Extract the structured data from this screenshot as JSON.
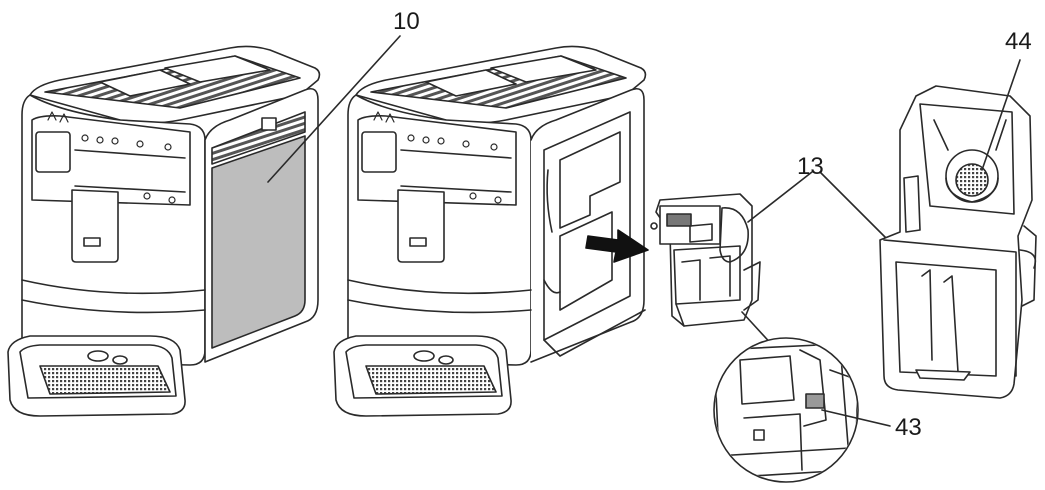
{
  "callouts": {
    "side_panel": "10",
    "brew_unit": "13",
    "brew_unit_release": "43",
    "brew_unit_sieve": "44"
  },
  "colors": {
    "line": "#2a2a2a",
    "panel_fill": "#bdbdbd",
    "grille": "#555555",
    "arrow": "#111111"
  }
}
